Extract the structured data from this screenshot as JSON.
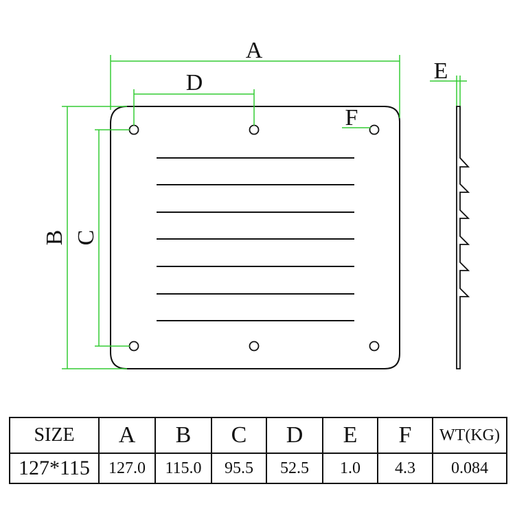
{
  "diagram": {
    "dimension_labels": {
      "A": "A",
      "B": "B",
      "C": "C",
      "D": "D",
      "E": "E",
      "F": "F"
    },
    "colors": {
      "outline": "#111111",
      "dimension_lines": "#33cc33"
    }
  },
  "spec_table": {
    "headers": [
      "SIZE",
      "A",
      "B",
      "C",
      "D",
      "E",
      "F",
      "WT(KG)"
    ],
    "row": [
      "127*115",
      "127.0",
      "115.0",
      "95.5",
      "52.5",
      "1.0",
      "4.3",
      "0.084"
    ]
  }
}
